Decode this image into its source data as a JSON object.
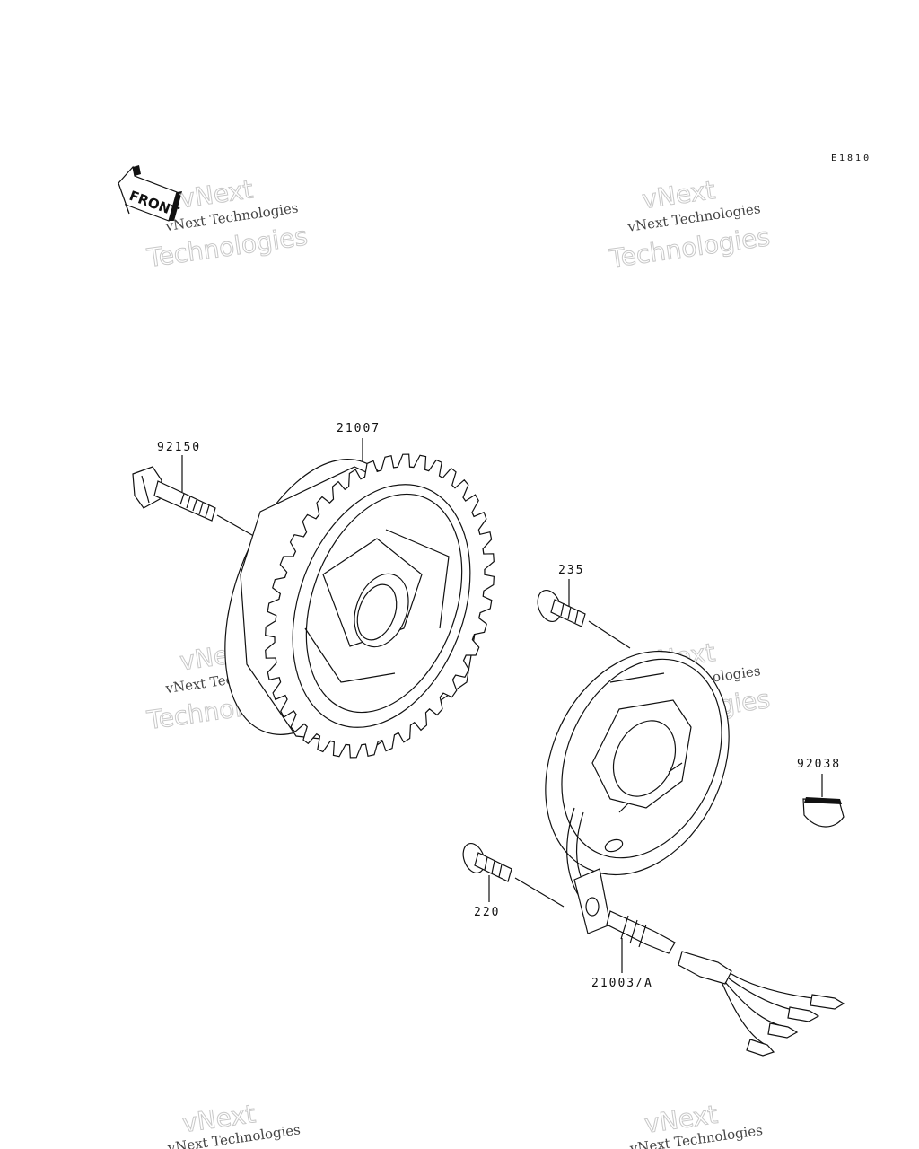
{
  "diagram": {
    "code": "E1810",
    "front_label": "FRONT",
    "watermark": {
      "line1": "vNext Technologies",
      "line2": "vNext",
      "line3": "Technologies"
    },
    "parts": [
      {
        "id": "flywheel",
        "number": "21007"
      },
      {
        "id": "flywheel-bolt",
        "number": "92150"
      },
      {
        "id": "stator-screw",
        "number": "235"
      },
      {
        "id": "key",
        "number": "92038"
      },
      {
        "id": "clamp-screw",
        "number": "220"
      },
      {
        "id": "stator",
        "number": "21003/A"
      }
    ]
  }
}
